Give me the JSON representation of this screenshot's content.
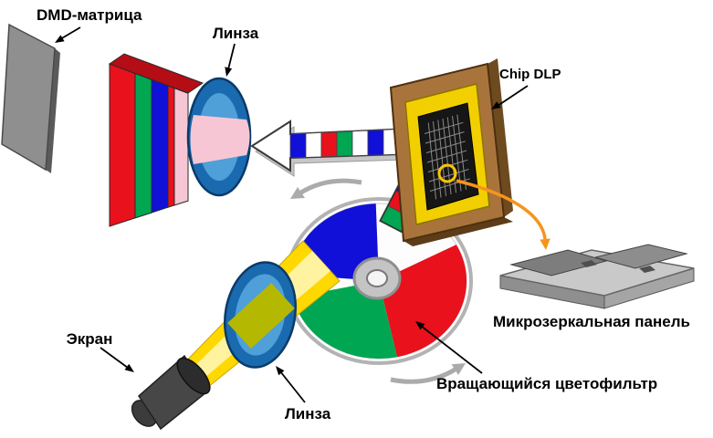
{
  "labels": {
    "dmd_matrix": "DMD-матрица",
    "lens_top": "Линза",
    "chip_dlp": "Chip DLP",
    "micromirror_panel": "Микрозеркальная панель",
    "color_wheel": "Вращающийся цветофильтр",
    "screen": "Экран",
    "lens_bottom": "Линза"
  },
  "colors": {
    "red": "#e8111c",
    "red_dark": "#b50d15",
    "green": "#00a651",
    "blue": "#1010d8",
    "pink_beam": "#f6c6d4",
    "yellow_beam": "#ffd800",
    "yellow_beam_core": "#fff3a0",
    "olive_band": "#b5b800",
    "lens_blue": "#1a6ab0",
    "lens_blue_light": "#4f9fd8",
    "chip_frame_brown": "#a9743c",
    "chip_frame_brown_dark": "#6e4a1f",
    "chip_inner_yellow": "#f2cf00",
    "orange_arrow": "#f7941d",
    "gray_panel": "#8f8f8f",
    "gray_rotation": "#ababab",
    "white": "#ffffff"
  }
}
